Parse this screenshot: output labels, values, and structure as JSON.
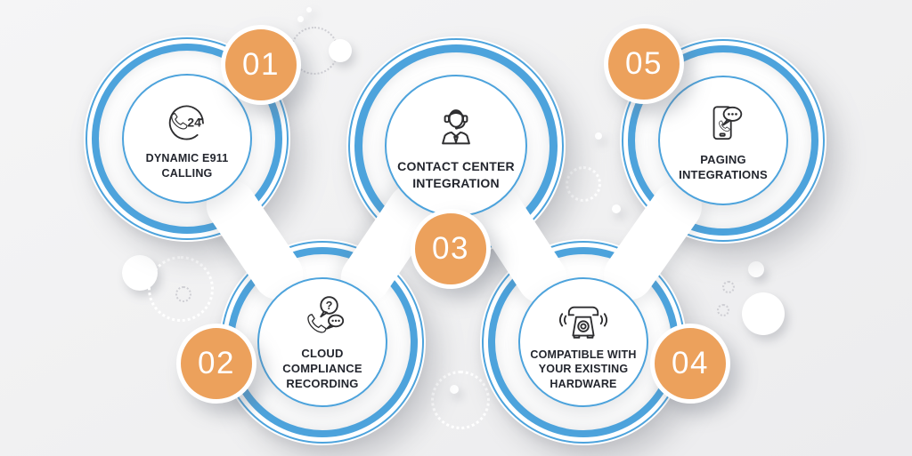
{
  "infographic": {
    "items": [
      {
        "number": "01",
        "label": "DYNAMIC E911 CALLING",
        "icon": "phone-24-icon"
      },
      {
        "number": "02",
        "label": "CLOUD COMPLIANCE RECORDING",
        "icon": "phone-question-chat-icon"
      },
      {
        "number": "03",
        "label": "CONTACT CENTER INTEGRATION",
        "icon": "agent-headset-icon"
      },
      {
        "number": "04",
        "label": "COMPATIBLE WITH YOUR EXISTING HARDWARE",
        "icon": "rotary-phone-icon"
      },
      {
        "number": "05",
        "label": "PAGING INTEGRATIONS",
        "icon": "smartphone-chat-icon"
      }
    ],
    "colors": {
      "accent_blue": "#4DA3DC",
      "accent_orange": "#ECA15C",
      "text": "#23262E",
      "background": "#F1F1F2"
    }
  }
}
